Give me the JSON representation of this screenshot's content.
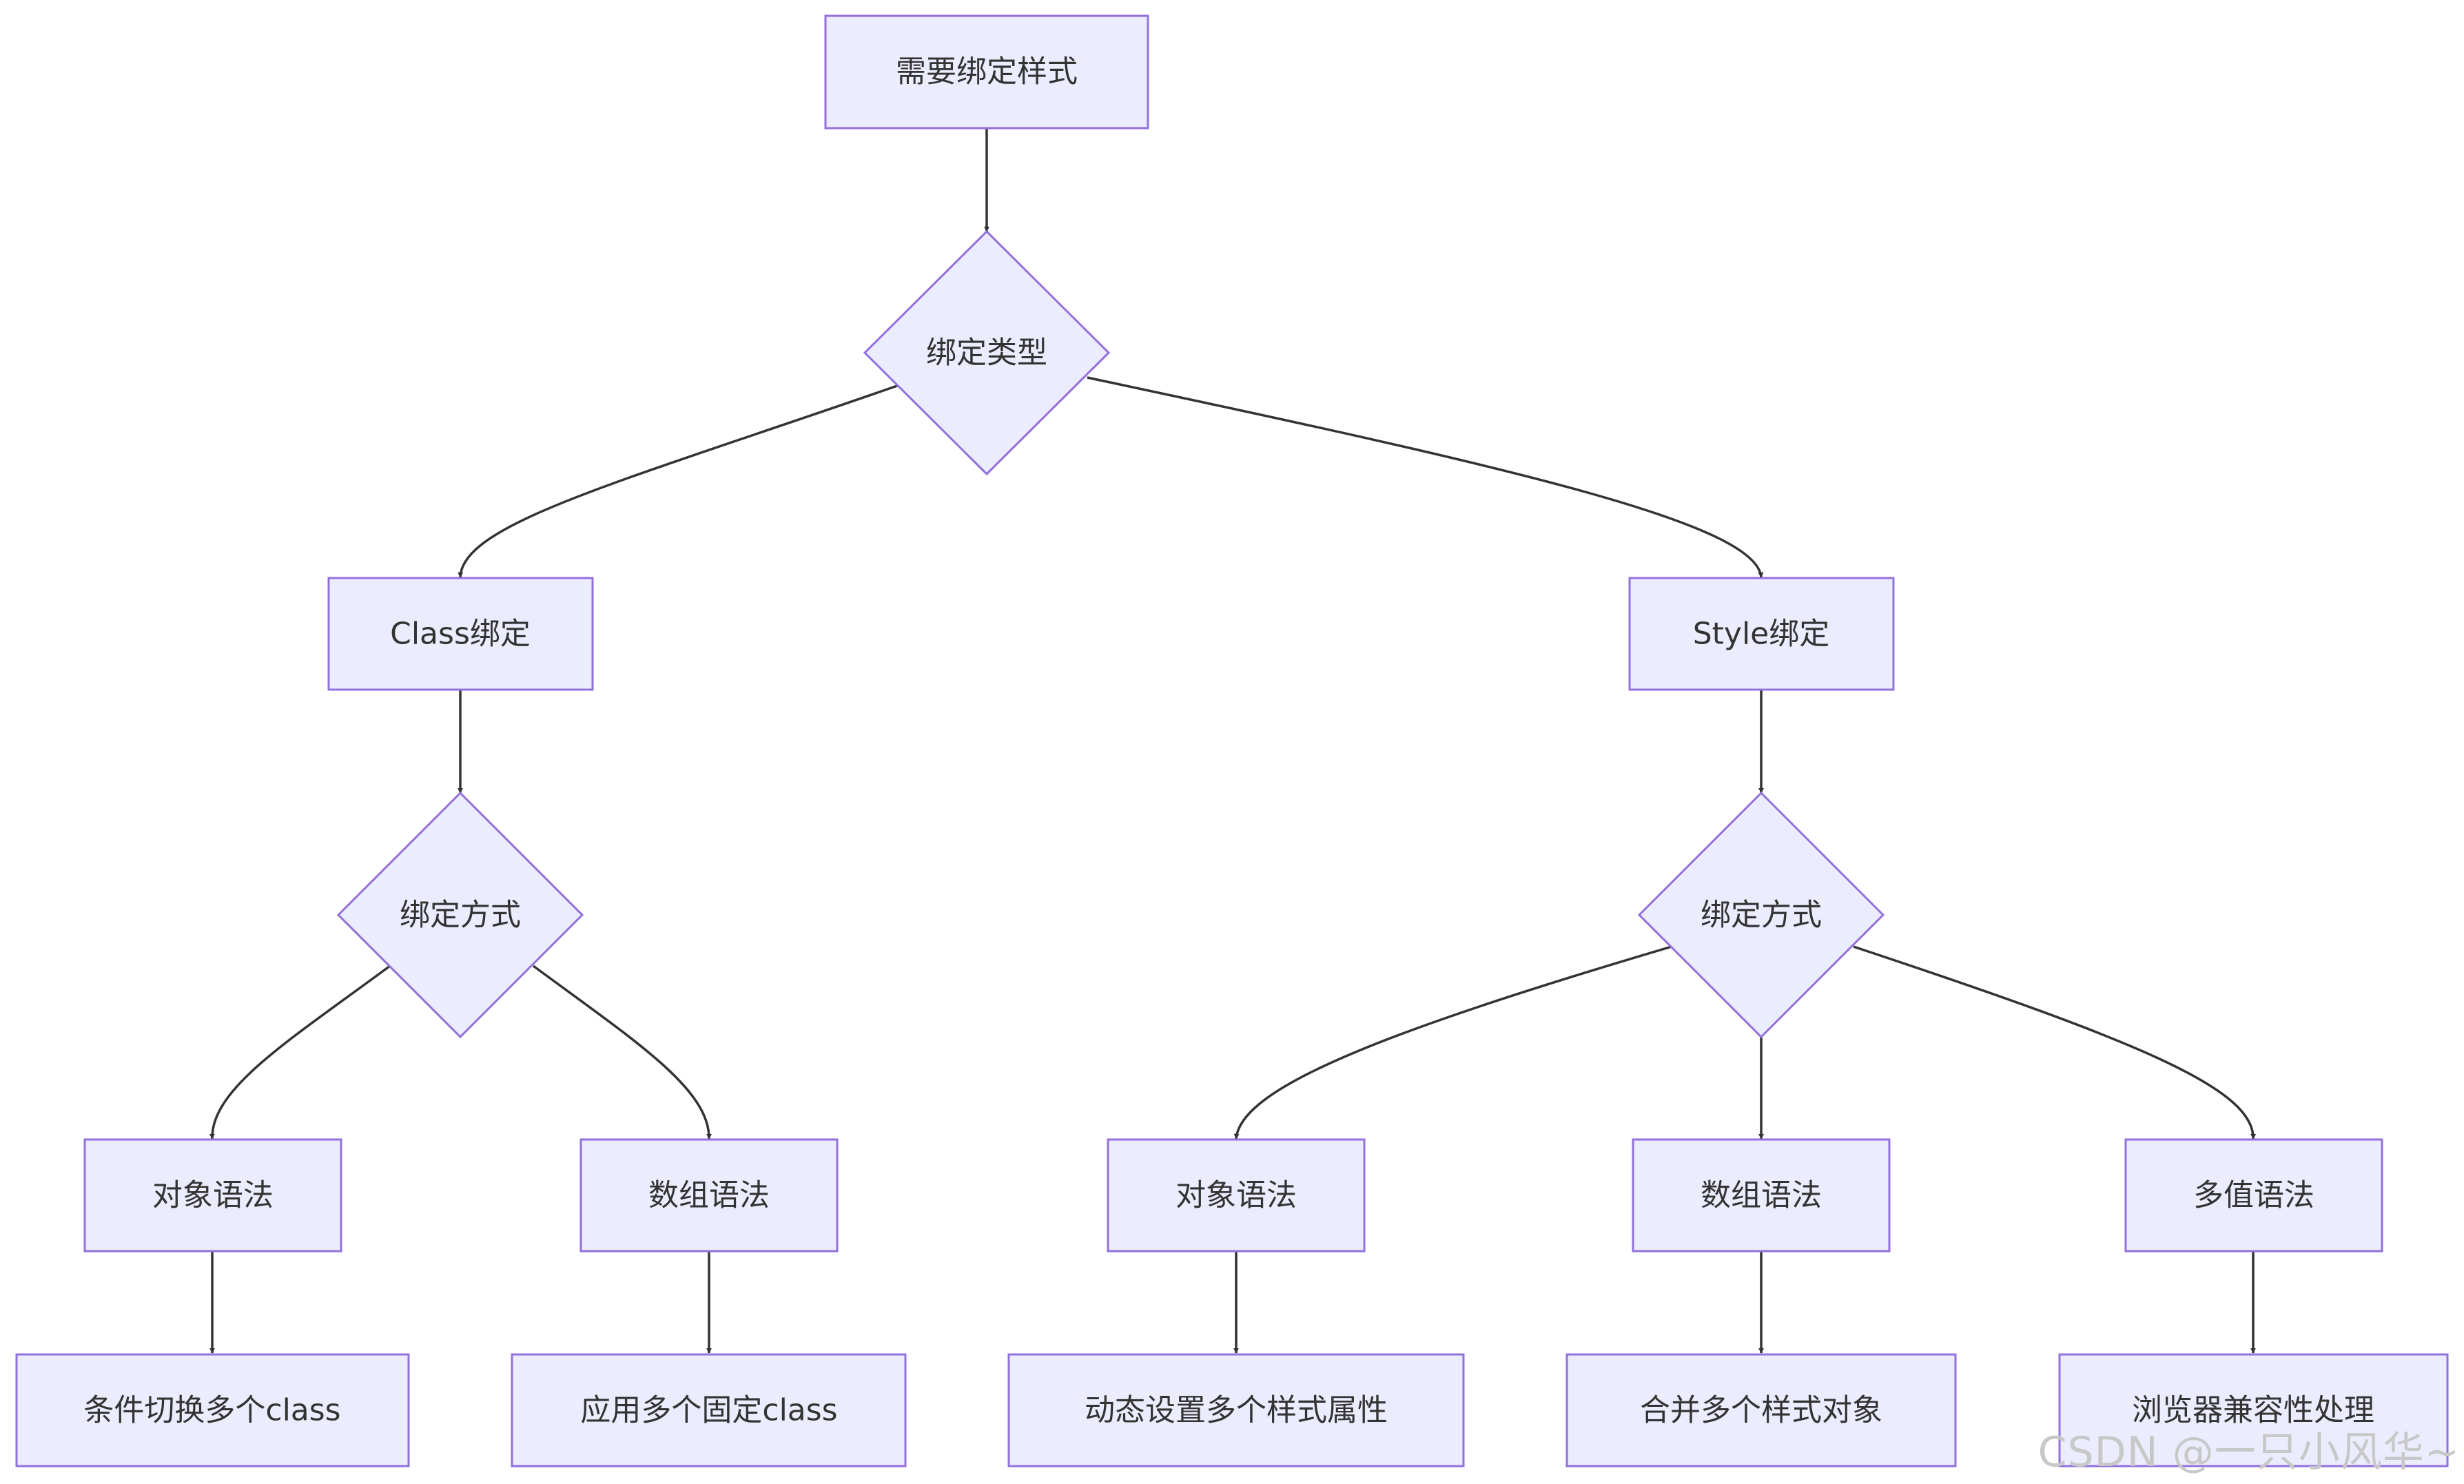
{
  "colors": {
    "node_fill": "#ECECFF",
    "node_stroke": "#9370DB",
    "edge": "#333333",
    "watermark": "#c8c8c8"
  },
  "nodes": {
    "root": "需要绑定样式",
    "bind_type": "绑定类型",
    "class_bind": "Class绑定",
    "style_bind": "Style绑定",
    "class_method": "绑定方式",
    "style_method": "绑定方式",
    "class_object": "对象语法",
    "class_array": "数组语法",
    "style_object": "对象语法",
    "style_array": "数组语法",
    "style_multi": "多值语法",
    "class_object_desc": "条件切换多个class",
    "class_array_desc": "应用多个固定class",
    "style_object_desc": "动态设置多个样式属性",
    "style_array_desc": "合并多个样式对象",
    "style_multi_desc": "浏览器兼容性处理"
  },
  "edges": [
    [
      "root",
      "bind_type"
    ],
    [
      "bind_type",
      "class_bind"
    ],
    [
      "bind_type",
      "style_bind"
    ],
    [
      "class_bind",
      "class_method"
    ],
    [
      "style_bind",
      "style_method"
    ],
    [
      "class_method",
      "class_object"
    ],
    [
      "class_method",
      "class_array"
    ],
    [
      "style_method",
      "style_object"
    ],
    [
      "style_method",
      "style_array"
    ],
    [
      "style_method",
      "style_multi"
    ],
    [
      "class_object",
      "class_object_desc"
    ],
    [
      "class_array",
      "class_array_desc"
    ],
    [
      "style_object",
      "style_object_desc"
    ],
    [
      "style_array",
      "style_array_desc"
    ],
    [
      "style_multi",
      "style_multi_desc"
    ]
  ],
  "watermark": "CSDN @一只小风华~"
}
